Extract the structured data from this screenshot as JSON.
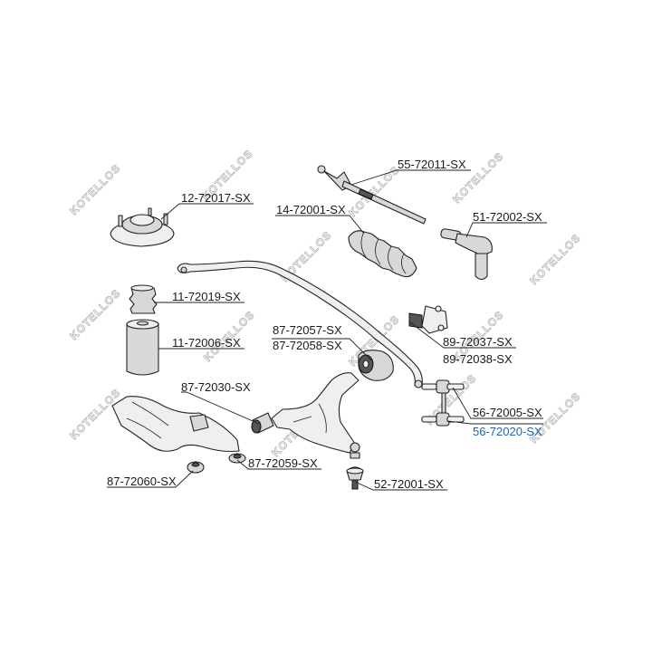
{
  "watermark": {
    "text": "KOTELLOS",
    "color": "#b5b5b5"
  },
  "colors": {
    "label": "#1a1a1a",
    "highlight": "#1f63b5",
    "ink": "#222222"
  },
  "labels": {
    "l_55_72011": "55-72011-SX",
    "l_12_72017": "12-72017-SX",
    "l_14_72001": "14-72001-SX",
    "l_51_72002": "51-72002-SX",
    "l_11_72019": "11-72019-SX",
    "l_11_72006": "11-72006-SX",
    "l_87_72057": "87-72057-SX",
    "l_87_72058": "87-72058-SX",
    "l_89_72037": "89-72037-SX",
    "l_89_72038": "89-72038-SX",
    "l_87_72030": "87-72030-SX",
    "l_56_72005": "56-72005-SX",
    "l_56_72020": "56-72020-SX",
    "l_87_72060": "87-72060-SX",
    "l_87_72059": "87-72059-SX",
    "l_52_72001": "52-72001-SX"
  }
}
